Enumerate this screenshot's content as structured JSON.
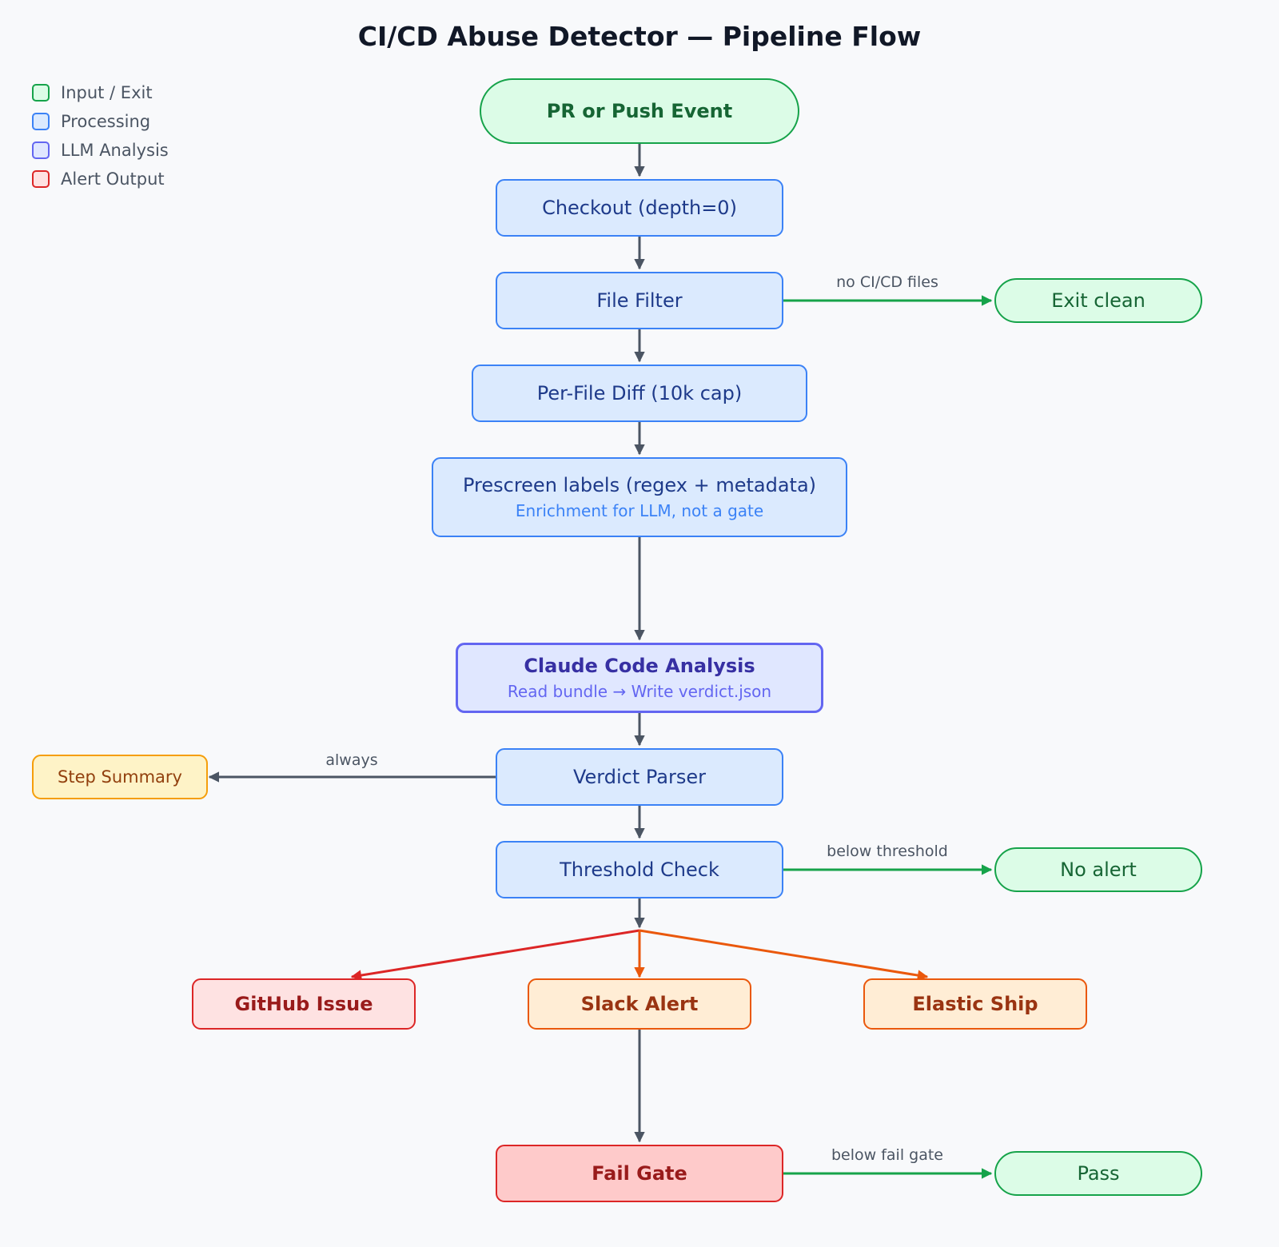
{
  "title": "CI/CD Abuse Detector — Pipeline Flow",
  "legend": [
    {
      "label": "Input / Exit",
      "fill": "#dcfce7",
      "stroke": "#16a34a"
    },
    {
      "label": "Processing",
      "fill": "#dbeafe",
      "stroke": "#3b82f6"
    },
    {
      "label": "LLM Analysis",
      "fill": "#e0e7ff",
      "stroke": "#6366f1"
    },
    {
      "label": "Alert Output",
      "fill": "#fee2e2",
      "stroke": "#dc2626"
    }
  ],
  "nodes": {
    "pr_push_event": "PR or Push Event",
    "checkout": "Checkout (depth=0)",
    "file_filter": "File Filter",
    "exit_clean": "Exit clean",
    "per_file_diff": "Per-File Diff (10k cap)",
    "prescreen": {
      "label": "Prescreen labels (regex + metadata)",
      "sub": "Enrichment for LLM, not a gate"
    },
    "claude": {
      "label": "Claude Code Analysis",
      "sub": "Read bundle → Write verdict.json"
    },
    "verdict_parser": "Verdict Parser",
    "step_summary": "Step Summary",
    "threshold_check": "Threshold Check",
    "no_alert": "No alert",
    "github_issue": "GitHub Issue",
    "slack_alert": "Slack Alert",
    "elastic_ship": "Elastic Ship",
    "fail_gate": "Fail Gate",
    "pass": "Pass"
  },
  "edge_labels": {
    "no_cicd_files": "no CI/CD files",
    "always": "always",
    "below_threshold": "below threshold",
    "below_fail_gate": "below fail gate"
  },
  "colors": {
    "edge_gray": "#4b5563",
    "edge_green": "#16a34a",
    "edge_red": "#dc2626",
    "edge_orange": "#ea580c"
  }
}
